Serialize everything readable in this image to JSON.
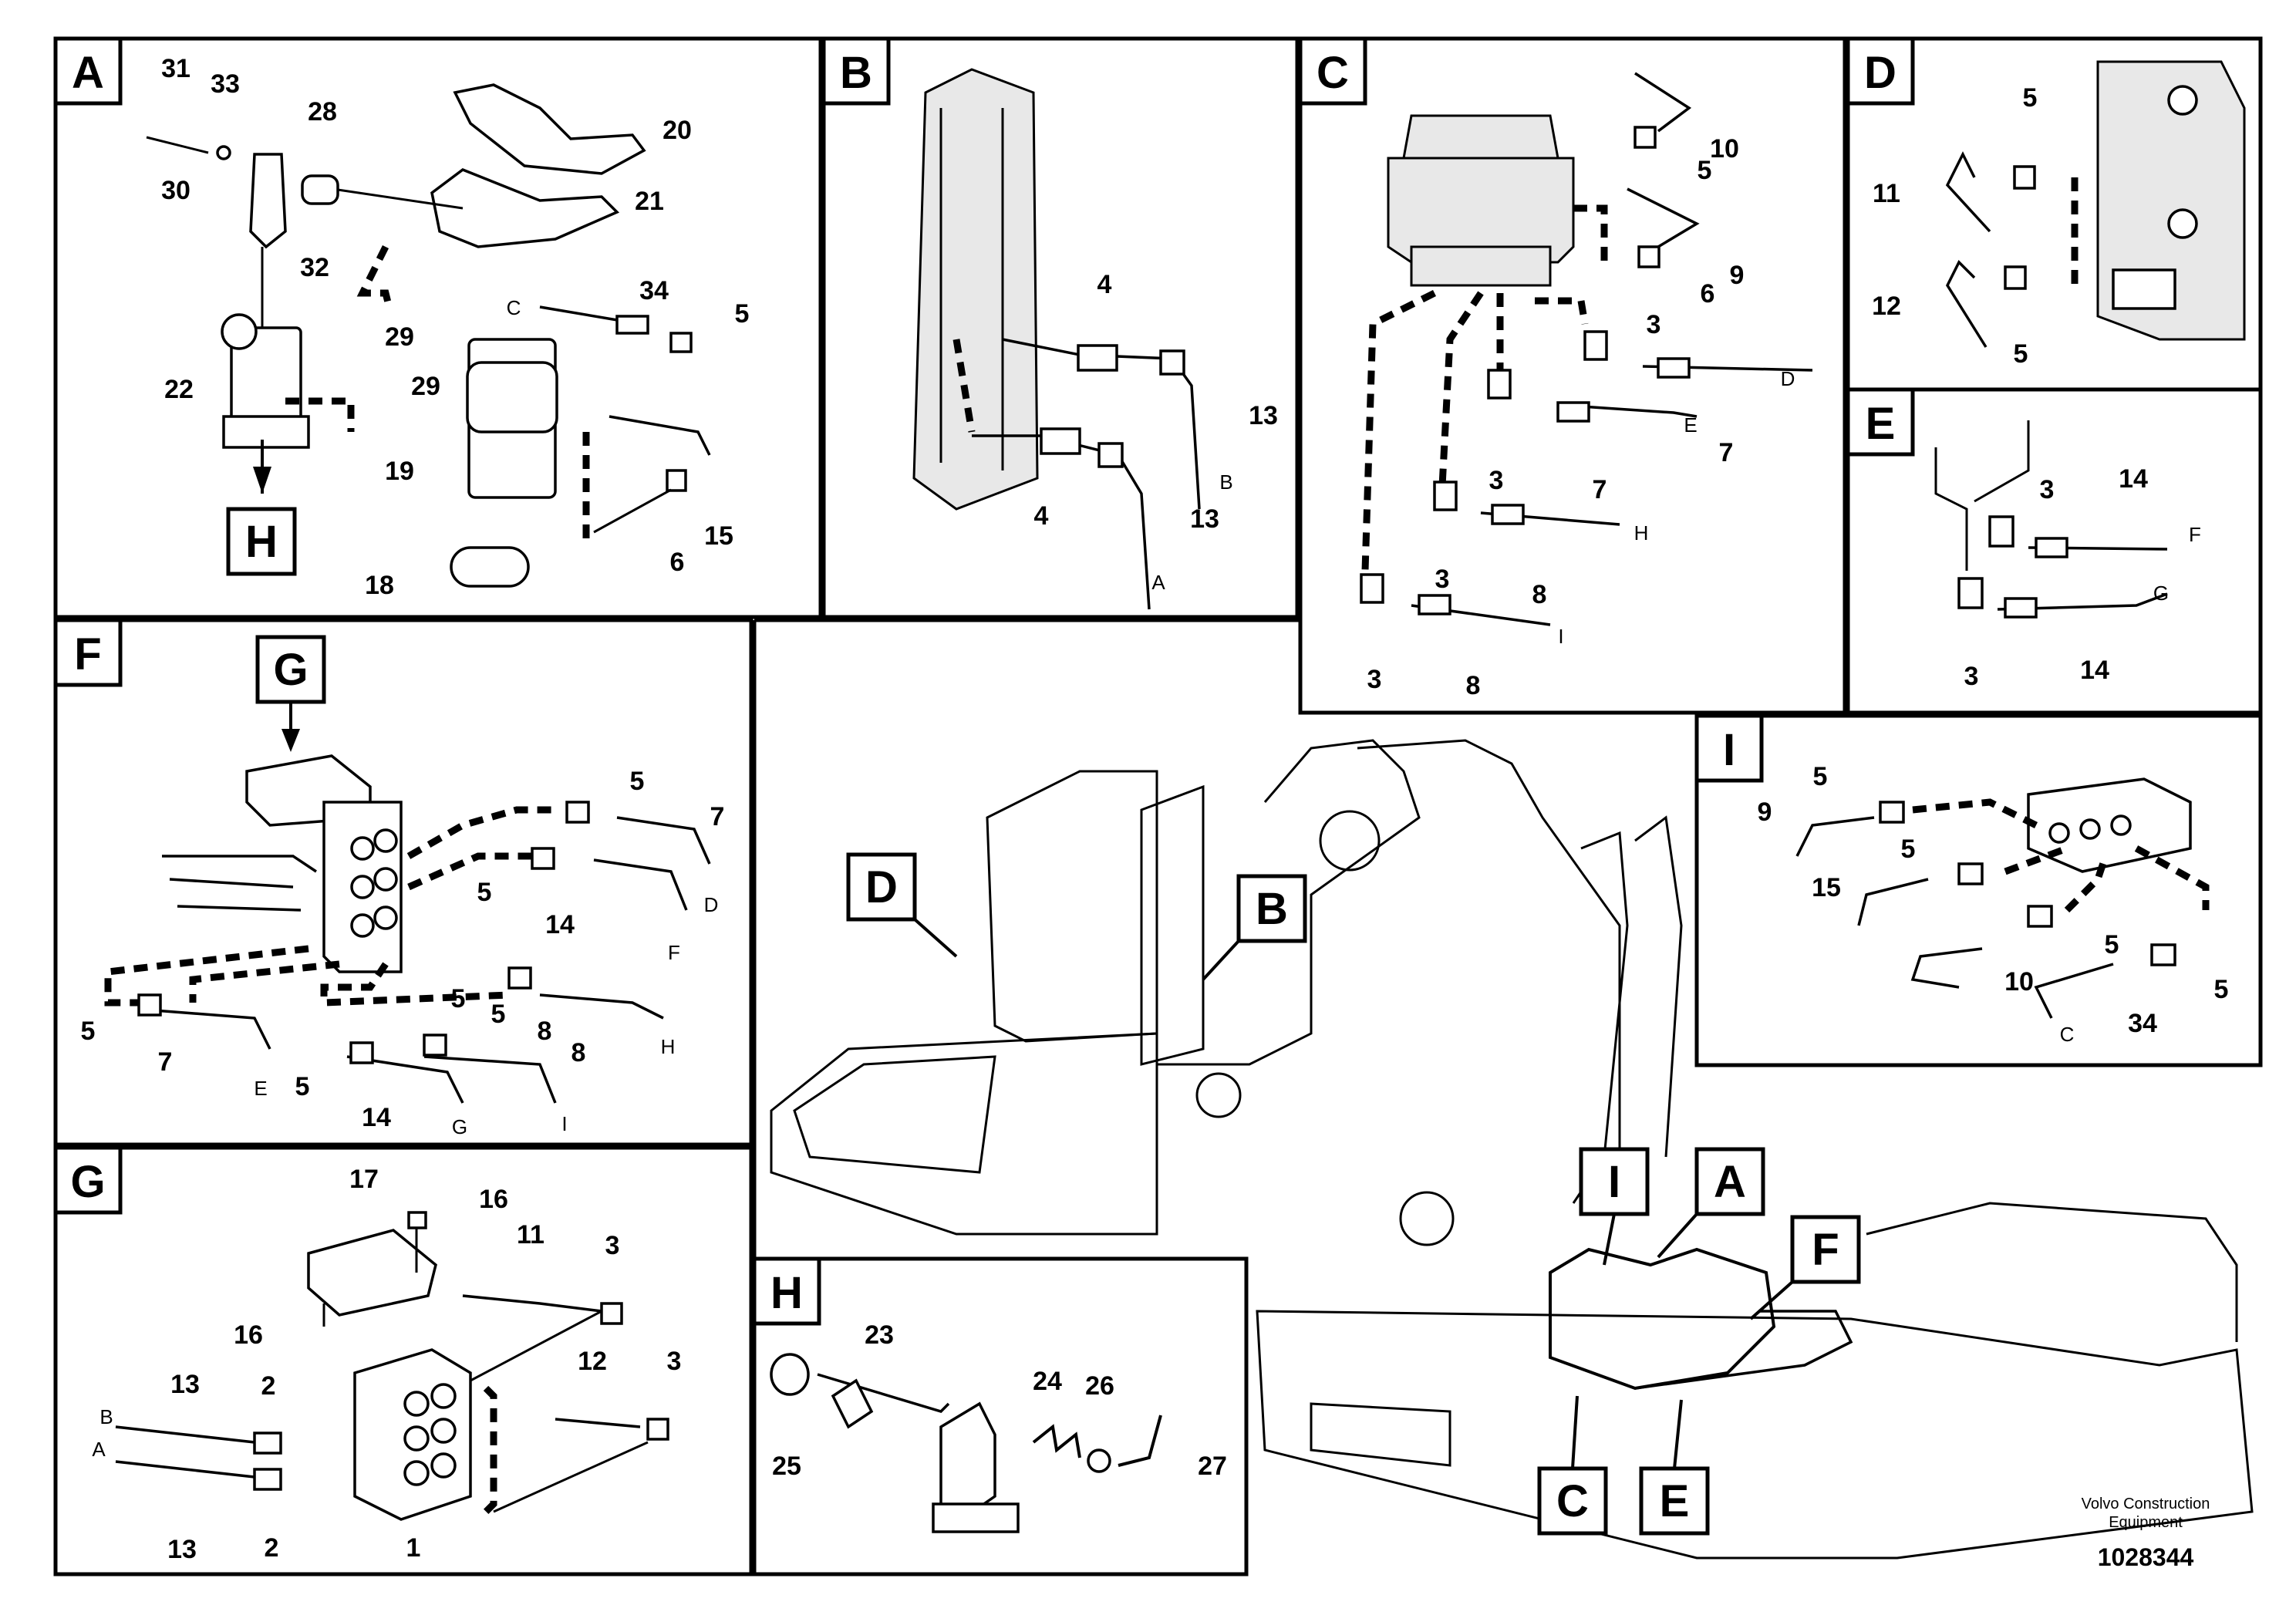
{
  "panels": {
    "A": {
      "label": "A",
      "parts": [
        "31",
        "33",
        "28",
        "20",
        "30",
        "21",
        "32",
        "34",
        "5",
        "29",
        "29",
        "22",
        "19",
        "15",
        "6",
        "18"
      ],
      "letters": [
        "C"
      ],
      "callout": "H"
    },
    "B": {
      "label": "B",
      "parts": [
        "4",
        "13",
        "4",
        "13"
      ],
      "letters": [
        "B",
        "A"
      ]
    },
    "C": {
      "label": "C",
      "parts": [
        "10",
        "5",
        "9",
        "6",
        "3",
        "3",
        "7",
        "3",
        "7",
        "8",
        "3",
        "8"
      ],
      "letters": [
        "D",
        "E",
        "H",
        "I"
      ]
    },
    "D": {
      "label": "D",
      "parts": [
        "5",
        "11",
        "12",
        "5"
      ]
    },
    "E": {
      "label": "E",
      "parts": [
        "3",
        "14",
        "3",
        "14"
      ],
      "letters": [
        "F",
        "G"
      ]
    },
    "F": {
      "label": "F",
      "callout": "G",
      "parts": [
        "5",
        "7",
        "5",
        "14",
        "5",
        "5",
        "8",
        "8",
        "5",
        "7",
        "5",
        "14"
      ],
      "letters": [
        "D",
        "F",
        "H",
        "E",
        "G",
        "I"
      ]
    },
    "G": {
      "label": "G",
      "parts": [
        "17",
        "16",
        "16",
        "11",
        "3",
        "13",
        "2",
        "12",
        "3",
        "13",
        "2",
        "1"
      ],
      "letters": [
        "B",
        "A"
      ]
    },
    "H": {
      "label": "H",
      "parts": [
        "23",
        "24",
        "26",
        "25",
        "27"
      ]
    },
    "I": {
      "label": "I",
      "parts": [
        "5",
        "9",
        "5",
        "15",
        "5",
        "10",
        "5",
        "34"
      ],
      "letters": [
        "C"
      ]
    }
  },
  "overview": {
    "callouts": [
      "D",
      "B",
      "I",
      "A",
      "F",
      "C",
      "E"
    ]
  },
  "footer": {
    "brand_line1": "Volvo Construction",
    "brand_line2": "Equipment",
    "drawing_number": "1028344"
  }
}
